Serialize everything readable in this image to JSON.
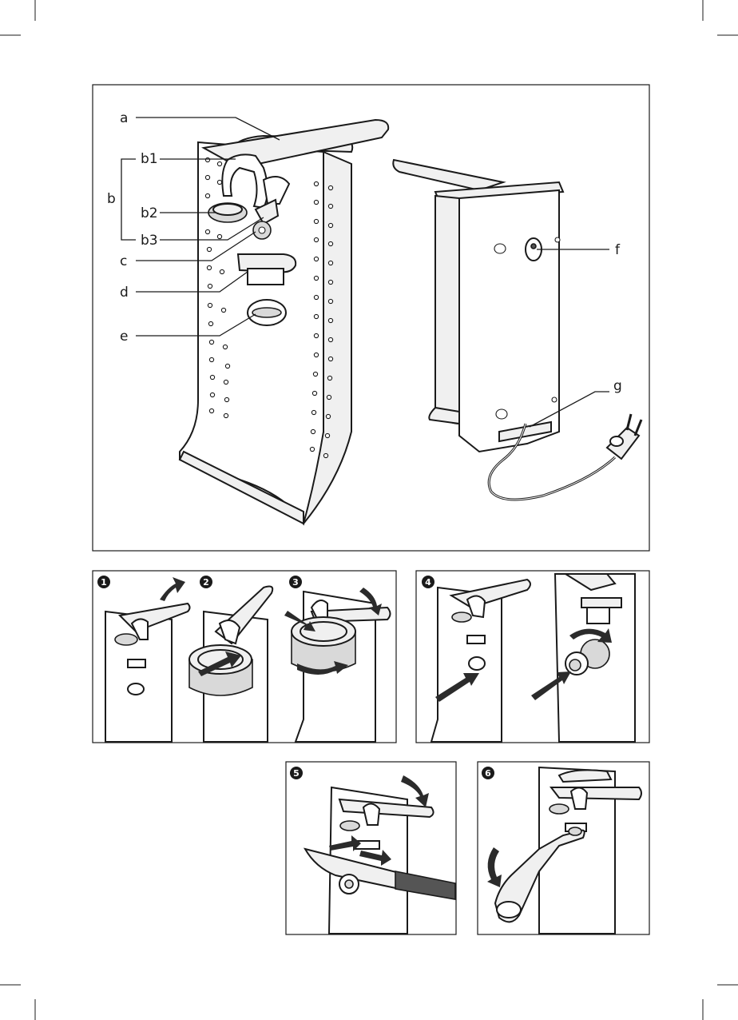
{
  "labels": {
    "a": "a",
    "b": "b",
    "b1": "b1",
    "b2": "b2",
    "b3": "b3",
    "c": "c",
    "d": "d",
    "e": "e",
    "f": "f",
    "g": "g"
  },
  "steps": [
    {
      "number": "1"
    },
    {
      "number": "2"
    },
    {
      "number": "3"
    },
    {
      "number": "4"
    },
    {
      "number": "5"
    },
    {
      "number": "6"
    }
  ]
}
